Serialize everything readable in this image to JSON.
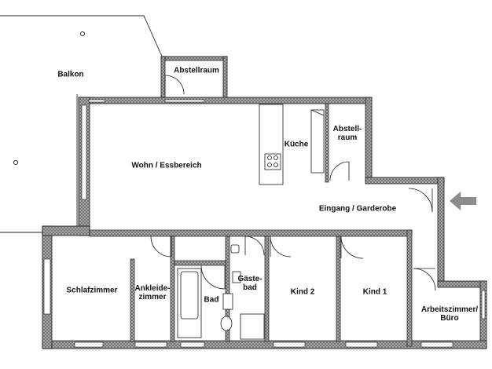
{
  "colors": {
    "wall_fill": "#9a9a9a",
    "wall_line": "#1a1a1a",
    "arrow": "#8c8c8c",
    "background": "#ffffff"
  },
  "rooms": {
    "balkon": "Balkon",
    "abstellraum_top": "Abstellraum",
    "kueche": "Küche",
    "abstellraum_side": "Abstell-\nraum",
    "wohn": "Wohn / Essbereich",
    "eingang": "Eingang / Garderobe",
    "schlafzimmer": "Schlafzimmer",
    "ankleide": "Ankleide-\nzimmer",
    "bad": "Bad",
    "gaestebad": "Gäste-\nbad",
    "kind2": "Kind 2",
    "kind1": "Kind 1",
    "arbeitszimmer": "Arbeitszimmer/\nBüro"
  },
  "icons": {
    "entrance": "entrance-arrow-icon"
  }
}
